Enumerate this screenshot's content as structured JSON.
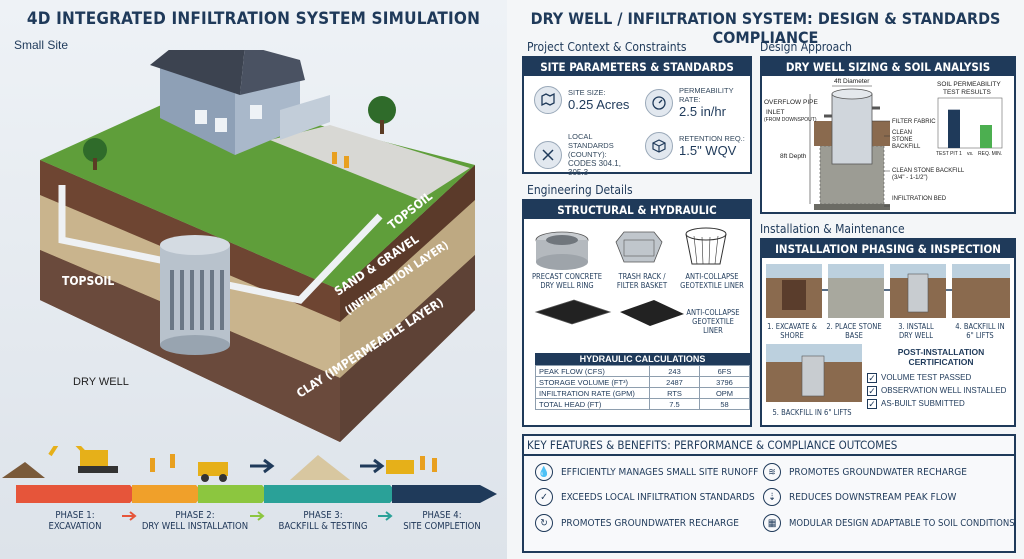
{
  "left": {
    "title": "4D INTEGRATED INFILTRATION SYSTEM SIMULATION",
    "small_site": "Small Site",
    "labels": {
      "topsoil_right": "TOPSOIL",
      "topsoil_left": "TOPSOIL",
      "sand_gravel_1": "SAND & GRAVEL",
      "sand_gravel_2": "(INFILTRATION LAYER)",
      "clay": "CLAY (IMPERMEABLE LAYER)",
      "dry_well": "DRY WELL"
    },
    "phases": [
      {
        "line1": "PHASE 1:",
        "line2": "EXCAVATION",
        "color": "#e6553a"
      },
      {
        "line1": "PHASE 2:",
        "line2": "DRY WELL INSTALLATION",
        "color": "#8cc63f"
      },
      {
        "line1": "PHASE 3:",
        "line2": "BACKFILL & TESTING",
        "color": "#2aa198"
      },
      {
        "line1": "PHASE 4:",
        "line2": "SITE COMPLETION",
        "color": "#1f3a5a"
      }
    ]
  },
  "right": {
    "title": "DRY WELL / INFILTRATION SYSTEM: DESIGN & STANDARDS COMPLIANCE",
    "project_context": "Project Context & Constraints",
    "site_box_title": "SITE PARAMETERS & STANDARDS",
    "params": [
      {
        "icon": "map-area-icon",
        "label": "SITE SIZE:",
        "value": "0.25 Acres"
      },
      {
        "icon": "permeability-gauge-icon",
        "label": "PERMEABILITY RATE:",
        "value": "2.5 in/hr"
      },
      {
        "icon": "tools-icon",
        "label": "LOCAL STANDARDS (COUNTY):",
        "value": "CODES 304.1, 305.3"
      },
      {
        "icon": "cube-volume-icon",
        "label": "RETENTION REQ.:",
        "value": "1.5\" WQV"
      }
    ],
    "design_approach": "Design Approach",
    "sizing_box_title": "DRY WELL SIZING & SOIL ANALYSIS",
    "sizing": {
      "diameter": "4ft Diameter",
      "overflow": "OVERFLOW PIPE",
      "inlet_1": "INLET",
      "inlet_2": "(FROM DOWNSPOUT)",
      "depth": "8ft Depth",
      "filter": "FILTER FABRIC",
      "clean_1": "CLEAN",
      "clean_2": "STONE",
      "clean_3": "BACKFILL",
      "stone_1": "CLEAN STONE BACKFILL",
      "stone_2": "(3/4\" - 1-1/2\")",
      "bed": "INFILTRATION BED",
      "soil_title_1": "SOIL PERMEABILITY",
      "soil_title_2": "TEST RESULTS",
      "soil_x1": "TEST PIT 1",
      "soil_vs": "vs.",
      "soil_x2": "REQ. MIN.",
      "soil_values": [
        2.5,
        1.5
      ]
    },
    "engineering": "Engineering Details",
    "struct_box_title": "STRUCTURAL & HYDRAULIC COMPONENTS",
    "components": [
      {
        "line1": "PRECAST CONCRETE",
        "line2": "DRY WELL RING"
      },
      {
        "line1": "TRASH RACK /",
        "line2": "FILTER BASKET"
      },
      {
        "line1": "ANTI-COLLAPSE",
        "line2": "GEOTEXTILE LINER"
      }
    ],
    "liner_label": [
      "ANTI-COLLAPSE",
      "GEOTEXTILE",
      "LINER"
    ],
    "hydraulic": {
      "title": "HYDRAULIC CALCULATIONS",
      "rows": [
        [
          "PEAK FLOW (CFS)",
          "243",
          "6FS"
        ],
        [
          "STORAGE VOLUME (FT³)",
          "2487",
          "3796"
        ],
        [
          "INFILTRATION RATE (GPM)",
          "RTS",
          "OPM"
        ],
        [
          "TOTAL HEAD (FT)",
          "7.5",
          "58"
        ]
      ]
    },
    "install_head": "Installation & Maintenance",
    "install_box_title": "INSTALLATION PHASING & INSPECTION",
    "steps": [
      {
        "line1": "1. EXCAVATE &",
        "line2": "SHORE"
      },
      {
        "line1": "2. PLACE STONE",
        "line2": "BASE"
      },
      {
        "line1": "3. INSTALL",
        "line2": "DRY WELL"
      },
      {
        "line1": "4. BACKFILL IN",
        "line2": "6\" LIFTS"
      }
    ],
    "step5": "5. BACKFILL IN 6\" LIFTS",
    "cert": {
      "title": "POST-INSTALLATION CERTIFICATION",
      "items": [
        "VOLUME TEST PASSED",
        "OBSERVATION WELL INSTALLED",
        "AS-BUILT SUBMITTED"
      ]
    },
    "kf_title": "KEY FEATURES & BENEFITS: PERFORMANCE & COMPLIANCE OUTCOMES",
    "kf_left": [
      {
        "icon": "water-drop-icon",
        "text": "EFFICIENTLY MANAGES SMALL SITE RUNOFF"
      },
      {
        "icon": "shield-check-icon",
        "text": "EXCEEDS LOCAL INFILTRATION STANDARDS"
      },
      {
        "icon": "recharge-icon",
        "text": "PROMOTES GROUNDWATER RECHARGE"
      }
    ],
    "kf_right": [
      {
        "icon": "wifi-signal-icon",
        "text": "PROMOTES GROUNDWATER RECHARGE"
      },
      {
        "icon": "peak-flow-icon",
        "text": "REDUCES DOWNSTREAM PEAK FLOW"
      },
      {
        "icon": "modular-grid-icon",
        "text": "MODULAR DESIGN ADAPTABLE TO SOIL CONDITIONS"
      }
    ],
    "colors": {
      "navy": "#1f3a5a",
      "accent_green": "#4caf50"
    }
  }
}
